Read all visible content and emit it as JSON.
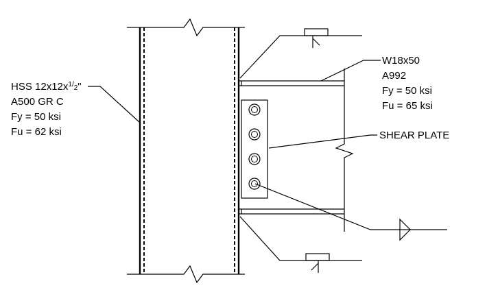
{
  "hss_label": {
    "line1": "HSS 12x12x",
    "line1_fraction_num": "1",
    "line1_fraction_den": "2",
    "line1_suffix": "\"",
    "line2": "A500 GR C",
    "line3": "Fy = 50 ksi",
    "line4": "Fu = 62 ksi"
  },
  "beam_label": {
    "line1": "W18x50",
    "line2": "A992",
    "line3": "Fy = 50 ksi",
    "line4": "Fu = 65 ksi"
  },
  "plate_label": "SHEAR PLATE",
  "bolt_count": 4
}
